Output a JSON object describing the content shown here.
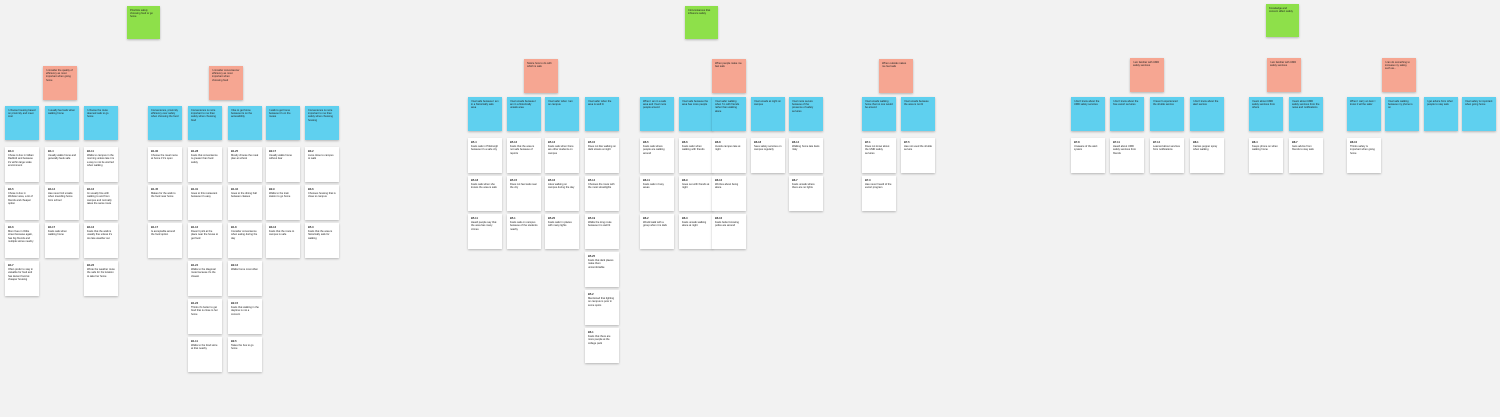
{
  "board": {
    "themes": [
      {
        "label": "Prioritize safety choosing food or go home"
      },
      {
        "label": "Circumstances that influence safety"
      },
      {
        "label": "Knowledge and concern affect safety"
      }
    ],
    "insights": [
      {
        "label": "I consider the quality of efficiency as most important when going home"
      },
      {
        "label": "I consider convenience/ efficiency as most important when choosing food"
      },
      {
        "label": "Notice how to do with which is safe"
      },
      {
        "label": "When people make me feel safe"
      },
      {
        "label": "When outside makes me feel safe"
      },
      {
        "label": "I am familiar with UMD safety services"
      },
      {
        "label": "I am familiar with UMD safety services"
      },
      {
        "label": "I can do something to increase my safety, such as..."
      }
    ],
    "clusters": [
      {
        "label": "I choose housing based on proximity and meet cost"
      },
      {
        "label": "I usually feel safe when walking home"
      },
      {
        "label": "I choose the route deemed safe to go home"
      },
      {
        "label": "Convenience, proximity efficiency over safety when choosing the food"
      },
      {
        "label": "Convenience is more important to me than safety when choosing food"
      },
      {
        "label": "I like to get home because its on the accessibility"
      },
      {
        "label": "I walk to get home because it's on the routes"
      },
      {
        "label": "Convenience is more important to me than safety when choosing housing"
      },
      {
        "label": "I feel safe because I am in a historically safe area"
      },
      {
        "label": "I feel unsafe because I am in a historically unsafe area"
      },
      {
        "label": "I feel safer when I am on campus"
      },
      {
        "label": "I feel safer when the area is well lit"
      },
      {
        "label": "When I am in a safe area and I feel more people around"
      },
      {
        "label": "I feel safe because the area has more people"
      },
      {
        "label": "I feel safer walking when I'm with friends rather than walking alone"
      },
      {
        "label": "I feel unsafe at night on campus"
      },
      {
        "label": "I feel more secure because of the presence of safety services"
      },
      {
        "label": "I feel unsafe walking home that no one would be around"
      },
      {
        "label": "I feel unsafe because the area is not lit"
      },
      {
        "label": "I don't know about the UMD safety services"
      },
      {
        "label": "I don't know about the free escort services"
      },
      {
        "label": "I haven't experienced the shuttle service"
      },
      {
        "label": "I don't know about the alert service"
      },
      {
        "label": "I learn about UMD safety services from others"
      },
      {
        "label": "I learn about UMD safety services from the news and notifications"
      },
      {
        "label": "When I carry an item I know it will be safer"
      },
      {
        "label": "I feel safe walking because my phone is on"
      },
      {
        "label": "I get advice from other people to stay safe"
      },
      {
        "label": "I feel safety is important when going home"
      }
    ],
    "observations": [
      {
        "id": "B4-3",
        "text": "Chose to live in Gillam Radford and because it's within large scale environment"
      },
      {
        "id": "B4-5",
        "text": "Chose to live in Webster area, a lot of friends and cheaper option"
      },
      {
        "id": "B4-6",
        "text": "Mom lives in Oldie street because again, has big friends and multiple stores nearby"
      },
      {
        "id": "B4-7",
        "text": "Often prefer to stay in valuable for food and has decent food at cheaper housing"
      },
      {
        "id": "B4-4",
        "text": "Usually walks home and generally feels safe"
      },
      {
        "id": "B4-14",
        "text": "Has never felt unsafe when travelling home from school"
      },
      {
        "id": "B4-17",
        "text": "Feels safe when walking home"
      },
      {
        "id": "B4-11",
        "text": "Walks to campus in the morning unless late it is a way to not be worried when walking"
      },
      {
        "id": "B4-12",
        "text": "Im usually fine with walking to and from campus and normally takes the same route"
      },
      {
        "id": "B4-13",
        "text": "Feels that the walk is usually fine unless it's too late weather out"
      },
      {
        "id": "B4-22",
        "text": "Wrote the weather route the safe for his location to take her home"
      },
      {
        "id": "B1-30",
        "text": "Choose the meal menu at home if it's open"
      },
      {
        "id": "B1-45",
        "text": "Makes for the walk to the food near home"
      },
      {
        "id": "B1-17",
        "text": "Is acceptable around the food option"
      },
      {
        "id": "B1-28",
        "text": "Feels that convenience is greater than food safety"
      },
      {
        "id": "B1-31",
        "text": "Goes to this restaurant because it's easy"
      },
      {
        "id": "B1-12",
        "text": "Doesn't pick at the place near the house to get food"
      },
      {
        "id": "B1-24",
        "text": "Walks to the diagonal route because it's the closest"
      },
      {
        "id": "B1-23",
        "text": "Thinks it's better to get food that is close to her home"
      },
      {
        "id": "B1-11",
        "text": "Walks to the food store at that nearby"
      },
      {
        "id": "B1-25",
        "text": "Mostly choose the meal plan at school"
      },
      {
        "id": "B1-34",
        "text": "Goes to the dining hall between classes"
      },
      {
        "id": "B1-8",
        "text": "Consider convenience when eating during the day"
      },
      {
        "id": "B2-12",
        "text": "Walks home most often"
      },
      {
        "id": "B2-15",
        "text": "Feels that walking in the daytime is not a concern"
      },
      {
        "id": "B2-5",
        "text": "Takes the bus to go home"
      },
      {
        "id": "B2-17",
        "text": "Usually walks home without fear"
      },
      {
        "id": "B2-9",
        "text": "Walks to the train station to go home"
      },
      {
        "id": "B3-13",
        "text": "Feels that the route to campus is safe"
      },
      {
        "id": "B3-2",
        "text": "Lives close to campus to walk"
      },
      {
        "id": "B3-6",
        "text": "Chooses housing that is close to campus"
      },
      {
        "id": "B5-3",
        "text": "Feels that the area is historically safe for walking"
      },
      {
        "id": "B5-4",
        "text": "Feels safe in Pittsburgh because it's a safe city"
      },
      {
        "id": "B5-18",
        "text": "Feels safe when she knows the area is safe"
      },
      {
        "id": "B5-11",
        "text": "Heard people say that the area has many crimes"
      },
      {
        "id": "B5-12",
        "text": "Feels that the area is not safe because of reports"
      },
      {
        "id": "B5-15",
        "text": "Does not feel safe near the city"
      },
      {
        "id": "B5-1",
        "text": "Feels safe on campus because of the students nearby"
      },
      {
        "id": "B5-13",
        "text": "Feels safe when there are other students on campus"
      },
      {
        "id": "B5-16",
        "text": "Likes walking on campus during the day"
      },
      {
        "id": "B5-20",
        "text": "Feels safer in places with many lights"
      },
      {
        "id": "B5-10",
        "text": "Does not like walking on dark streets at night"
      },
      {
        "id": "B5-14",
        "text": "Chooses the route with the most streetlights"
      },
      {
        "id": "B5-19",
        "text": "Walks the long route because it is well lit"
      },
      {
        "id": "B5-25",
        "text": "Feels that dark places make them uncomfortable"
      },
      {
        "id": "B5-2",
        "text": "Mentioned that lighting on campus is poor in some spots"
      },
      {
        "id": "B6-1",
        "text": "Feels that there are more people at the college park"
      },
      {
        "id": "B6-5",
        "text": "Feels safe where people are walking around"
      },
      {
        "id": "B6-11",
        "text": "Feels safe in busy areas"
      },
      {
        "id": "B6-2",
        "text": "Would walk with a group when it is dark"
      },
      {
        "id": "B6-6",
        "text": "Feels safer when walking with friends"
      },
      {
        "id": "B6-9",
        "text": "Goes out with friends at night"
      },
      {
        "id": "B6-3",
        "text": "Feels unsafe walking alone at night"
      },
      {
        "id": "B6-8",
        "text": "Avoids campus late at night"
      },
      {
        "id": "B6-12",
        "text": "Worries about being alone"
      },
      {
        "id": "B6-16",
        "text": "Feels better knowing police are around"
      },
      {
        "id": "B6-18",
        "text": "Sees safety services on campus regularly"
      },
      {
        "id": "B6-14",
        "text": "Walking home late feels risky"
      },
      {
        "id": "B6-7",
        "text": "Feels unsafe where there are no lights"
      },
      {
        "id": "B7-1",
        "text": "Does not know about the UMD safety services"
      },
      {
        "id": "B7-3",
        "text": "Has never heard of the escort program"
      },
      {
        "id": "B7-5",
        "text": "Has not used the shuttle service"
      },
      {
        "id": "B7-8",
        "text": "Unaware of the alert system"
      },
      {
        "id": "B7-11",
        "text": "Heard about UMD safety services from friends"
      },
      {
        "id": "B7-14",
        "text": "Learned about services from notifications"
      },
      {
        "id": "B8-1",
        "text": "Carries pepper spray when walking"
      },
      {
        "id": "B8-4",
        "text": "Keeps phone on when walking home"
      },
      {
        "id": "B8-7",
        "text": "Gets advice from friends to stay safe"
      },
      {
        "id": "B8-10",
        "text": "Thinks safety is important when going home"
      }
    ]
  }
}
